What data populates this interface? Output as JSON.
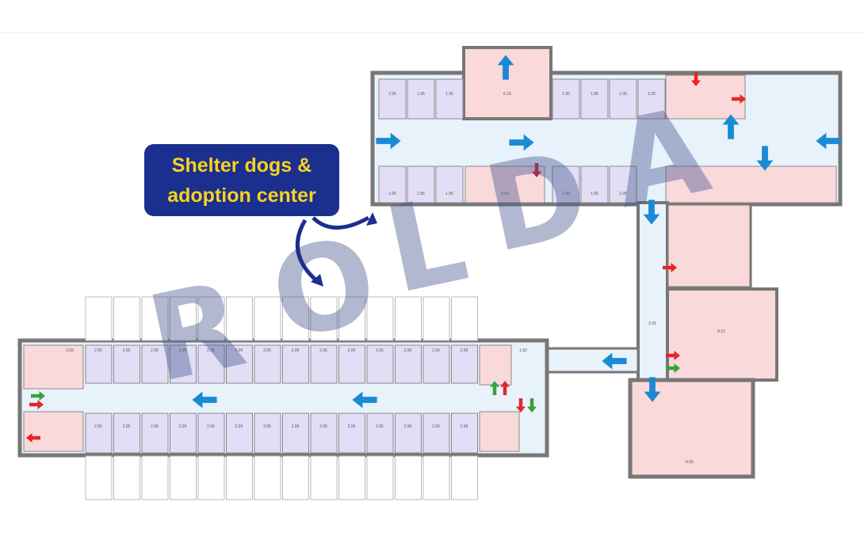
{
  "callout": {
    "line1": "Shelter dogs &",
    "line2": "adoption center"
  },
  "watermark": {
    "letters": [
      "R",
      "O",
      "L",
      "D",
      "A"
    ]
  },
  "room_labels": {
    "kennel": "1.95",
    "pink_top": "6.15",
    "corner": "2.20",
    "bottom_kennel": "2.95",
    "entry": "2.55",
    "junction": "1.82",
    "hall": "8.15",
    "big_room": "6.55",
    "connector": "2.25"
  },
  "colors": {
    "kennel": "#e3def6",
    "corridor": "#e8f2fb",
    "room": "#f9d9da",
    "wall": "#8a8a8a",
    "arrow_blue": "#1a8ad4",
    "arrow_red": "#e3262a",
    "arrow_green": "#3aa13a",
    "callout_bg": "#1b2f8e",
    "callout_text": "#f8d21d"
  }
}
